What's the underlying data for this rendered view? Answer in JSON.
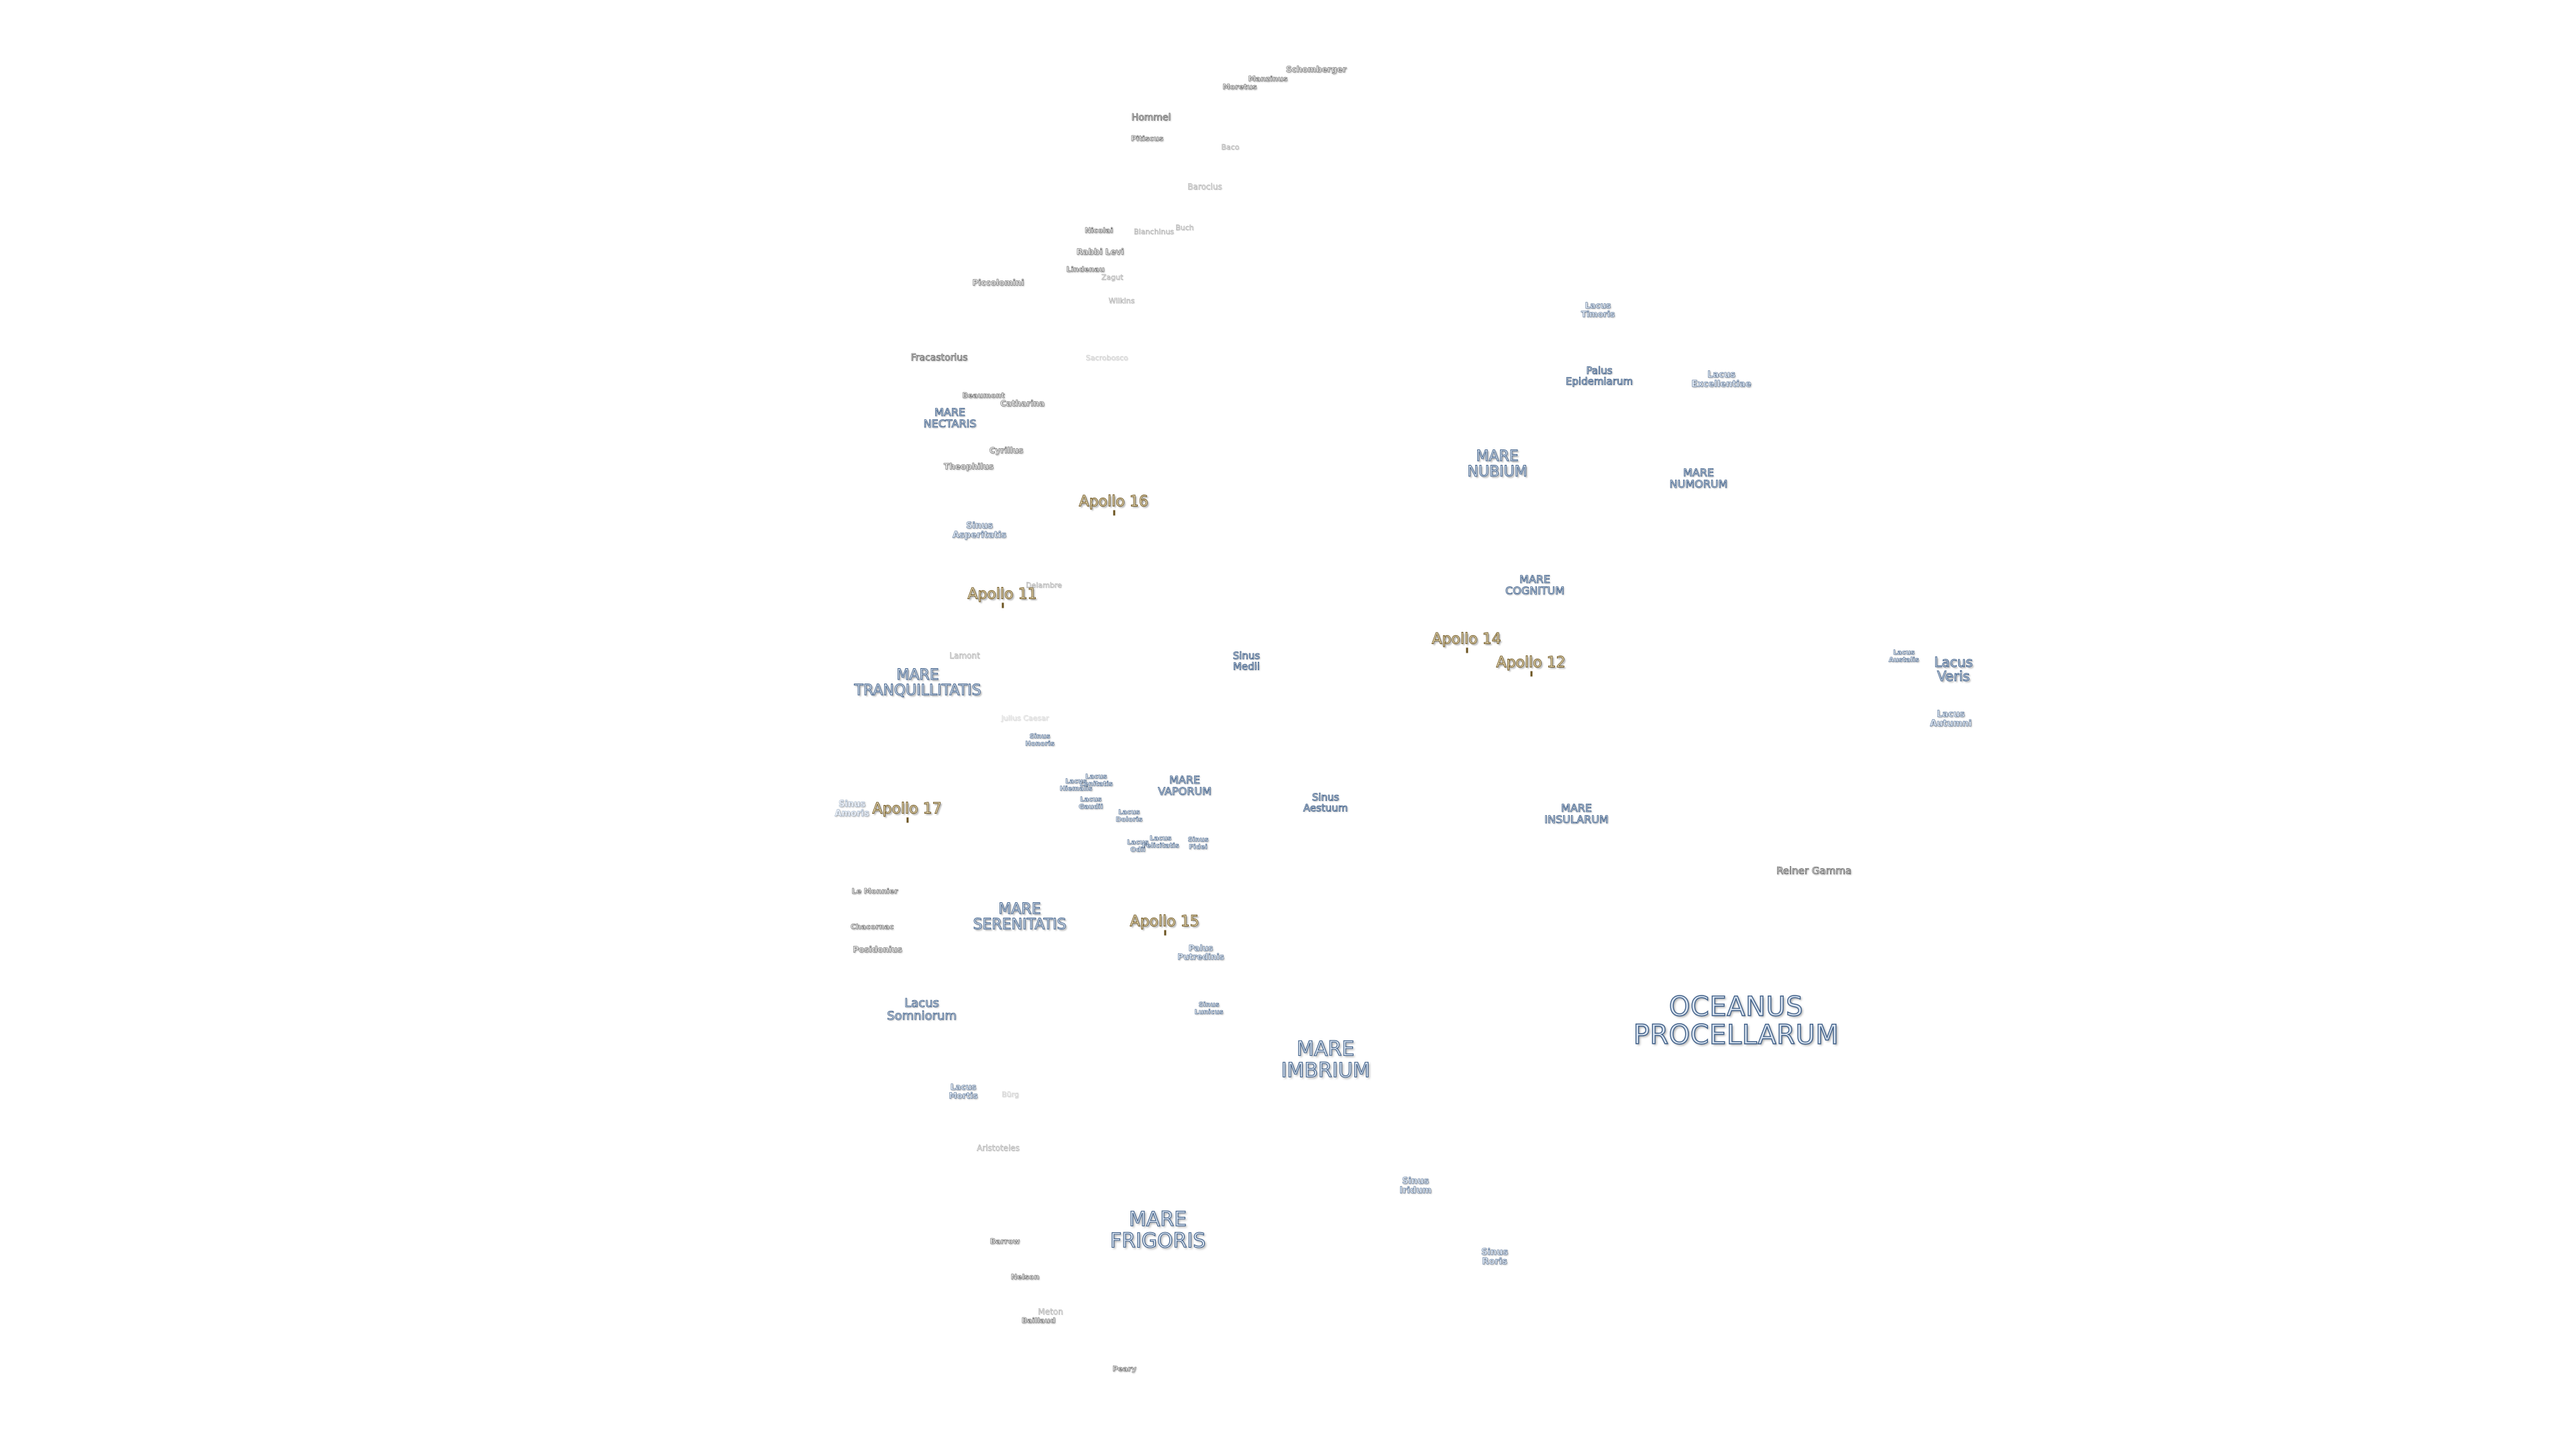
{
  "map": {
    "labels": {
      "oceanus_procellarum": "OCEANUS\nPROCELLARUM",
      "mare_frigoris": "MARE\nFRIGORIS",
      "mare_imbrium": "MARE\nIMBRIUM",
      "mare_serenitatis": "MARE\nSERENITATIS",
      "mare_tranquillitatis": "MARE\nTRANQUILLITATIS",
      "mare_nubium": "MARE\nNUBIUM",
      "mare_numorum": "MARE\nNUMORUM",
      "mare_insularum": "MARE\nINSULARUM",
      "mare_cognitum": "MARE\nCOGNITUM",
      "mare_vaporum": "MARE\nVAPORUM",
      "mare_nectaris": "MARE\nNECTARIS",
      "lacus_somniorum": "Lacus\nSomniorum",
      "lacus_veris": "Lacus\nVeris",
      "lacus_autumni": "Lacus\nAutumni",
      "lacus_austalis": "Lacus\nAustalis",
      "lacus_excellentiae": "Lacus\nExcellentiae",
      "lacus_timoris": "Lacus\nTimoris",
      "lacus_mortis": "Lacus\nMortis",
      "lacus_hiemalis": "Lacus\nHiemalis",
      "lacus_lenitatis": "Lacus\nLenitatis",
      "lacus_gaudii": "Lacus\nGaudii",
      "lacus_doloris": "Lacus\nDoloris",
      "lacus_odii": "Lacus\nOdii",
      "lacus_felicitatis": "Lacus\nFelicitatis",
      "palus_epidemiarum": "Palus\nEpidemiarum",
      "palus_putredinis": "Palus\nPutredinis",
      "sinus_medii": "Sinus\nMedii",
      "sinus_aestuum": "Sinus\nAestuum",
      "sinus_iridum": "Sinus\nIridum",
      "sinus_roris": "Sinus\nRoris",
      "sinus_asperitatis": "Sinus\nAsperitatis",
      "sinus_amoris": "Sinus\nAmoris",
      "sinus_honoris": "Sinus\nHonoris",
      "sinus_fidei": "Sinus\nFidei",
      "sinus_lunicus": "Sinus\nLunicus",
      "apollo_11": "Apollo 11",
      "apollo_12": "Apollo 12",
      "apollo_14": "Apollo 14",
      "apollo_15": "Apollo 15",
      "apollo_16": "Apollo 16",
      "apollo_17": "Apollo 17",
      "reiner_gamma": "Reiner Gamma",
      "schomberger": "Schomberger",
      "manzinus": "Manzinus",
      "moretus": "Moretus",
      "hommel": "Hommel",
      "pitiscus": "Pitiscus",
      "baco": "Baco",
      "barocius": "Barocius",
      "nicolai": "Nicolai",
      "buch": "Buch",
      "blanchinus": "Blanchinus",
      "rabbi_levi": "Rabbi Levi",
      "lindenau": "Lindenau",
      "zagut": "Zagut",
      "piccolomini": "Piccolomini",
      "wilkins": "Wilkins",
      "fracastorius": "Fracastorius",
      "sacrobosco": "Sacrobosco",
      "beaumont": "Beaumont",
      "catharina": "Catharina",
      "cyrillus": "Cyrillus",
      "theophilus": "Theophilus",
      "delambre": "Delambre",
      "lamont": "Lamont",
      "julius_caesar": "Julius Caesar",
      "le_monnier": "Le Monnier",
      "chacornac": "Chacornac",
      "posidonius": "Posidonius",
      "burg": "Bürg",
      "aristoteles": "Aristoteles",
      "barrow": "Barrow",
      "nelson": "Nelson",
      "meton": "Meton",
      "baillaud": "Baillaud",
      "peary": "Peary"
    }
  }
}
